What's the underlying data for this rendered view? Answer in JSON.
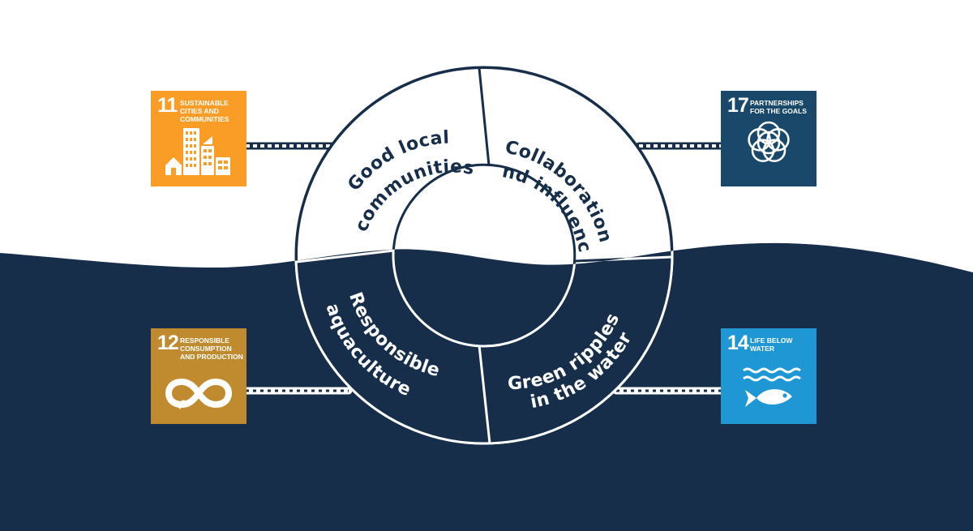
{
  "colors": {
    "sea": "#172e4b",
    "background": "#ffffff",
    "goal_11": "#f99d26",
    "goal_17": "#19486a",
    "goal_12": "#bf8b2e",
    "goal_14": "#1f97d4"
  },
  "ring": {
    "segments": [
      {
        "id": "top-left",
        "lines": [
          "Good local",
          "communities"
        ]
      },
      {
        "id": "top-right",
        "lines": [
          "Collaboration",
          "and influence"
        ]
      },
      {
        "id": "bottom-left",
        "lines": [
          "Responsible",
          "aquaculture"
        ]
      },
      {
        "id": "bottom-right",
        "lines": [
          "Green ripples",
          "in the water"
        ]
      }
    ]
  },
  "sdg_goals": {
    "goal_11": {
      "number": "11",
      "title": "Sustainable cities and communities",
      "icon": "city-buildings-icon"
    },
    "goal_17": {
      "number": "17",
      "title": "Partnerships for the goals",
      "icon": "interlinked-circles-icon"
    },
    "goal_12": {
      "number": "12",
      "title": "Responsible consumption and production",
      "icon": "infinity-loop-icon"
    },
    "goal_14": {
      "number": "14",
      "title": "Life below water",
      "icon": "fish-and-waves-icon"
    }
  }
}
